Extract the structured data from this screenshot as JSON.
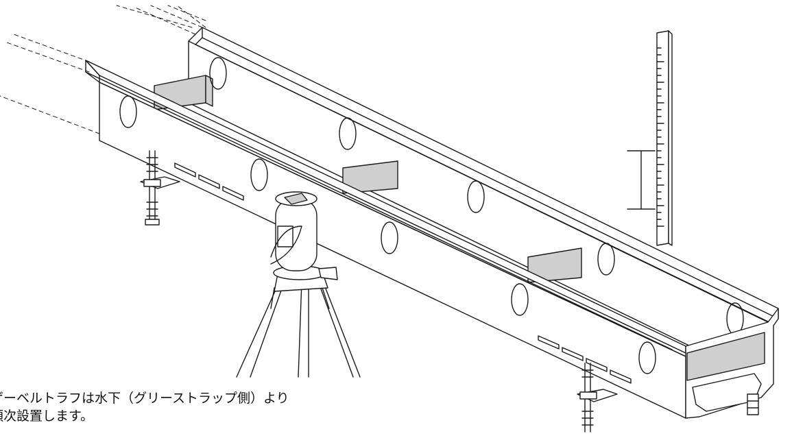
{
  "caption": {
    "line1": "ゲーベルトラフは水下（グリーストラップ側）より",
    "line2": "順次設置します。"
  },
  "colors": {
    "stroke": "#1a1a1a",
    "shade": "#cfcfcf",
    "background": "#ffffff"
  },
  "objects": {
    "trough": "channel-trough",
    "level": "laser-level-on-tripod",
    "staff": "measuring-staff",
    "bolts": "adjusting-bolts"
  }
}
